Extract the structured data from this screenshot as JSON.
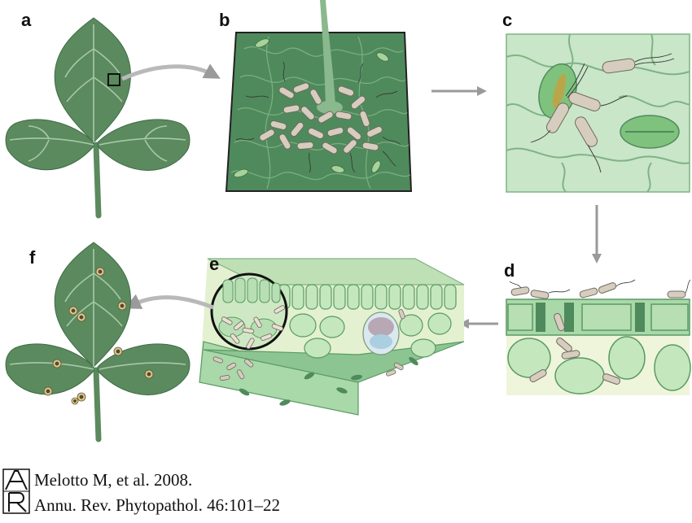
{
  "panels": {
    "a": "a",
    "b": "b",
    "c": "c",
    "d": "d",
    "e": "e",
    "f": "f"
  },
  "citation": {
    "line1": "Melotto M, et al. 2008.",
    "line2": "Annu. Rev. Phytopathol. 46:101–22",
    "logo_letters": "AR"
  },
  "colors": {
    "leaf": "#5a8a5e",
    "leaf_vein": "#a9c8a6",
    "tissue_dark": "#4f8a5c",
    "tissue_light": "#c9e6c9",
    "bacteria": "#d6cdbf",
    "arrow": "#9a9a9a",
    "lesion": "#c9b98a"
  }
}
